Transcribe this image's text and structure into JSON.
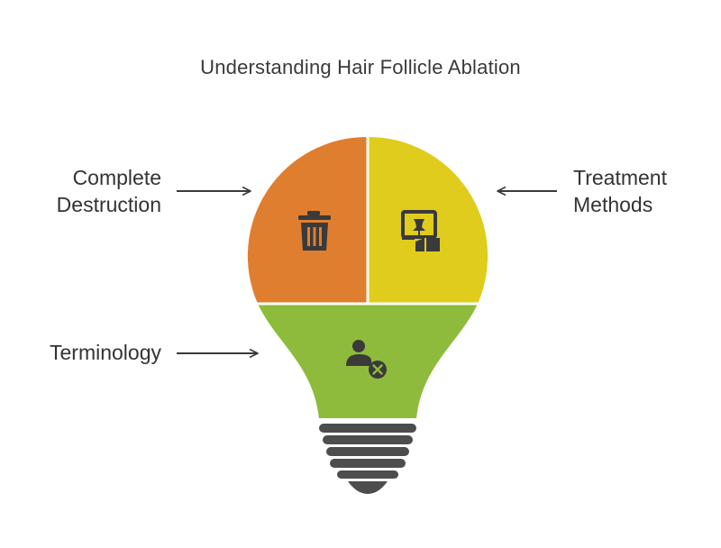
{
  "title": "Understanding Hair Follicle Ablation",
  "segments": {
    "complete_destruction": {
      "line1": "Complete",
      "line2": "Destruction",
      "color": "#E07E30",
      "icon": "trash-icon"
    },
    "treatment_methods": {
      "line1": "Treatment",
      "line2": "Methods",
      "color": "#E0CC1C",
      "icon": "presentation-book-icon"
    },
    "terminology": {
      "label": "Terminology",
      "color": "#8EBB3B",
      "icon": "user-remove-icon"
    }
  },
  "colors": {
    "base": "#4D4D4D",
    "icon": "#3A3A3A",
    "arrow": "#3A3A3A"
  }
}
